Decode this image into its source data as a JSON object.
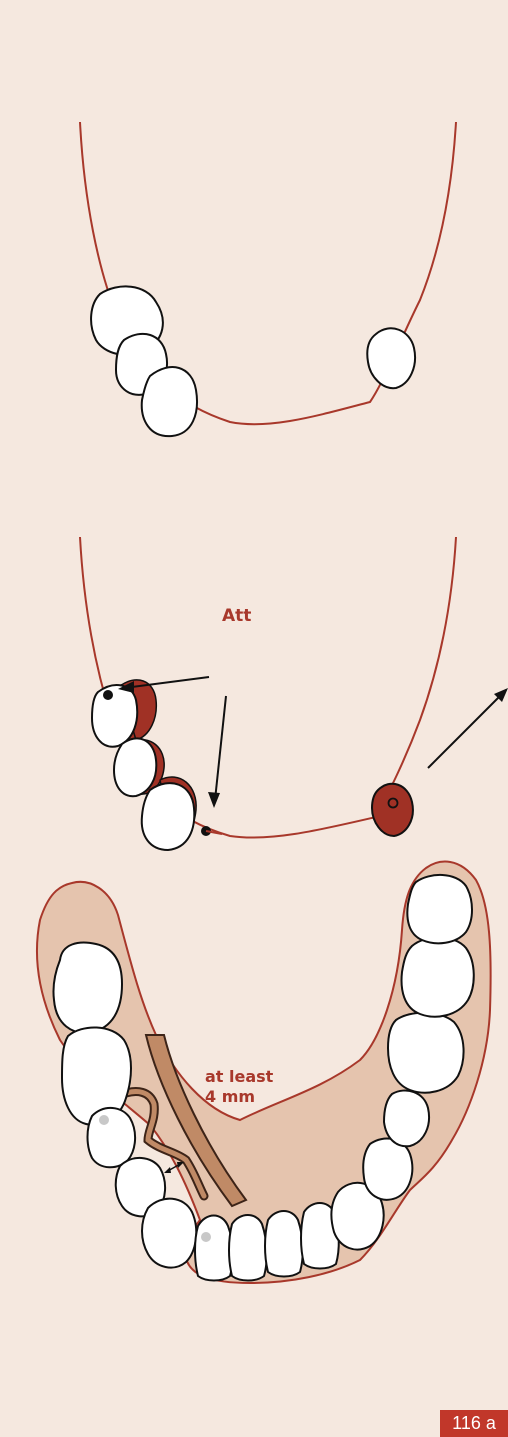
{
  "labels": {
    "attachment": "Att",
    "clearance_line1": "at least",
    "clearance_line2": "4 mm"
  },
  "figure_label": "116 a",
  "colors": {
    "background": "#f5e8df",
    "ridge_line": "#a8382b",
    "tooth_fill": "#ffffff",
    "tooth_stroke": "#111111",
    "attachment_fill": "#a03125",
    "base_fill": "#e5c4ae",
    "bar_fill": "#c08a66",
    "label_bg": "#c1372a"
  }
}
